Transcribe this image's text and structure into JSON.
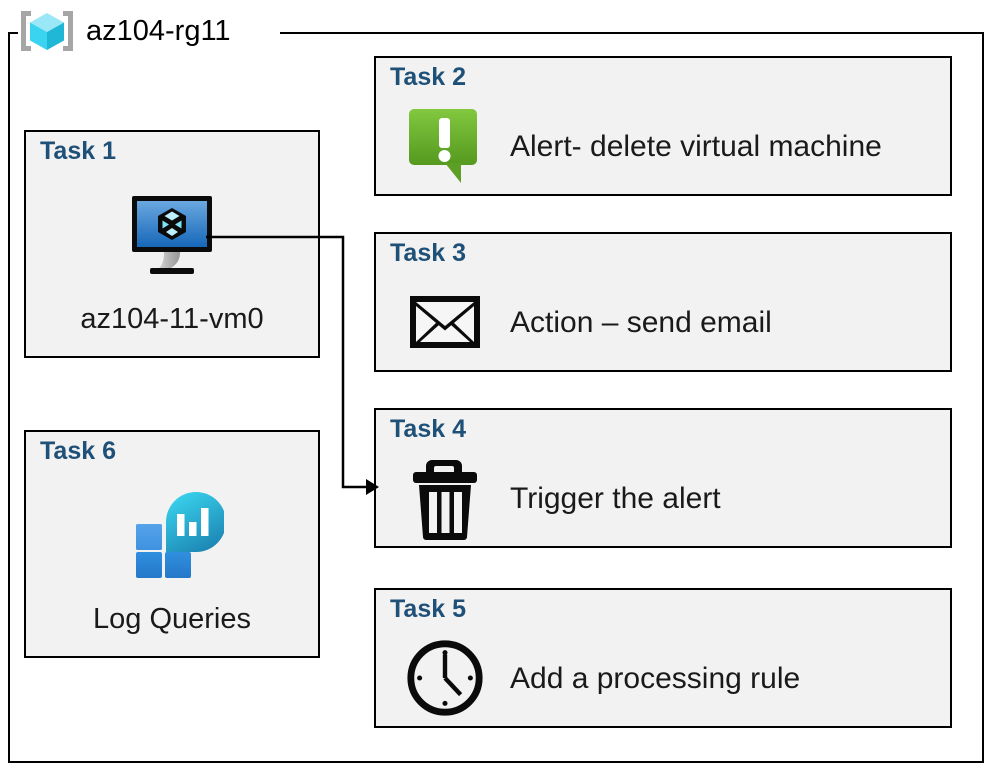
{
  "diagram": {
    "resource_group": {
      "name": "az104-rg11",
      "icon": "resource-group-cube-icon",
      "frame_color": "#000000"
    },
    "colors": {
      "card_fill": "#f2f2f2",
      "card_border": "#000000",
      "task_label": "#1f5078",
      "body_text": "#1a1a1a",
      "alert_green_light": "#7dc242",
      "alert_green_dark": "#589b27",
      "vm_blue_light": "#5f9fdc",
      "vm_blue_dark": "#1667b8",
      "log_tile_light": "#4a9ae8",
      "log_tile_dark": "#2b87dc",
      "log_drop_light": "#33cdea",
      "log_drop_dark": "#1c86b4",
      "cube_top": "#9ae7f7",
      "cube_left": "#3ad4f0",
      "cube_right": "#20b6d6",
      "bracket_gray": "#a6a6a6"
    },
    "cards": [
      {
        "id": "task1",
        "label": "Task 1",
        "icon": "virtual-machine-icon",
        "caption": "az104-11-vm0"
      },
      {
        "id": "task2",
        "label": "Task 2",
        "icon": "alert-callout-icon",
        "text": "Alert- delete virtual machine"
      },
      {
        "id": "task3",
        "label": "Task 3",
        "icon": "email-envelope-icon",
        "text": "Action – send email"
      },
      {
        "id": "task4",
        "label": "Task 4",
        "icon": "trash-delete-icon",
        "text": "Trigger the alert"
      },
      {
        "id": "task5",
        "label": "Task 5",
        "icon": "clock-icon",
        "text": "Add a processing rule"
      },
      {
        "id": "task6",
        "label": "Task 6",
        "icon": "log-analytics-icon",
        "caption": "Log Queries"
      }
    ],
    "connector": {
      "from": "task1-virtual-machine-icon",
      "to": "task4",
      "style": "elbow-arrow"
    }
  }
}
